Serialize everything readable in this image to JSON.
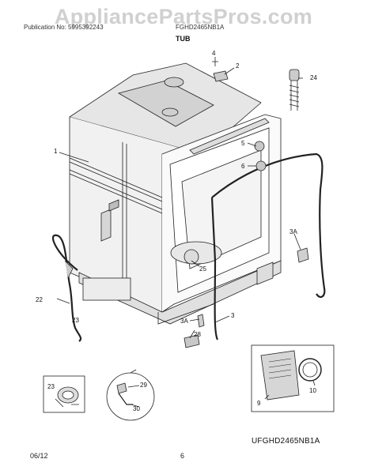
{
  "watermark": "AppliancePartsPros.com",
  "header": {
    "left": "Publication No: 5995392243",
    "right": "FGHD2465NB1A"
  },
  "section_title": "TUB",
  "figure_code": "UFGHD2465NB1A",
  "footer": {
    "date": "06/12",
    "page": "6"
  },
  "callouts": {
    "c1": "1",
    "c2": "2",
    "c3": "3",
    "c3a_top": "3A",
    "c3a_bottom": "3A",
    "c4": "4",
    "c5": "5",
    "c6": "6",
    "c9": "9",
    "c10": "10",
    "c22": "22",
    "c23": "23",
    "c23_detail": "23",
    "c24": "24",
    "c25": "25",
    "c28": "28",
    "c29": "29",
    "c30": "30"
  }
}
